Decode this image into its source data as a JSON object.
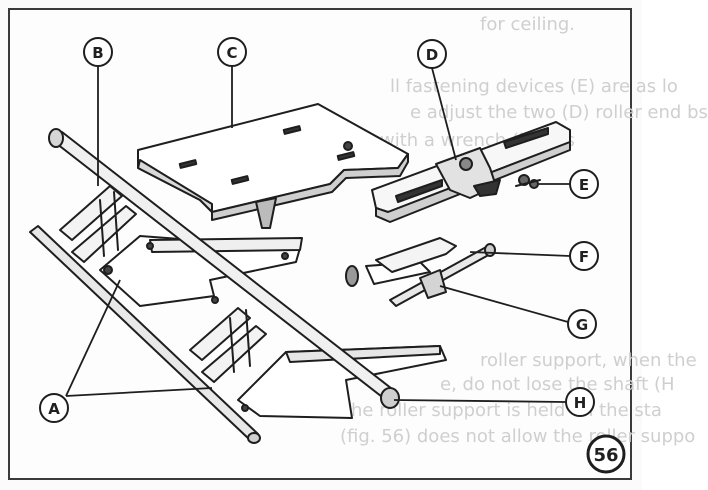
{
  "figure": {
    "number": "56"
  },
  "labels": {
    "A": "A",
    "B": "B",
    "C": "C",
    "D": "D",
    "E": "E",
    "F": "F",
    "G": "G",
    "H": "H"
  },
  "bleed_text": {
    "line1": "for ceiling.",
    "line2": "ll fastening devices (E) are as lo",
    "line3": "e adjust the two (D) roller end bs",
    "line4": "with a wrench (both s",
    "line5": "roller support, when the",
    "line6": "e, do not lose the shaft (H",
    "line7": "The roller support is held on the sta",
    "line8": "(fig. 56) does not allow the roller suppo"
  }
}
